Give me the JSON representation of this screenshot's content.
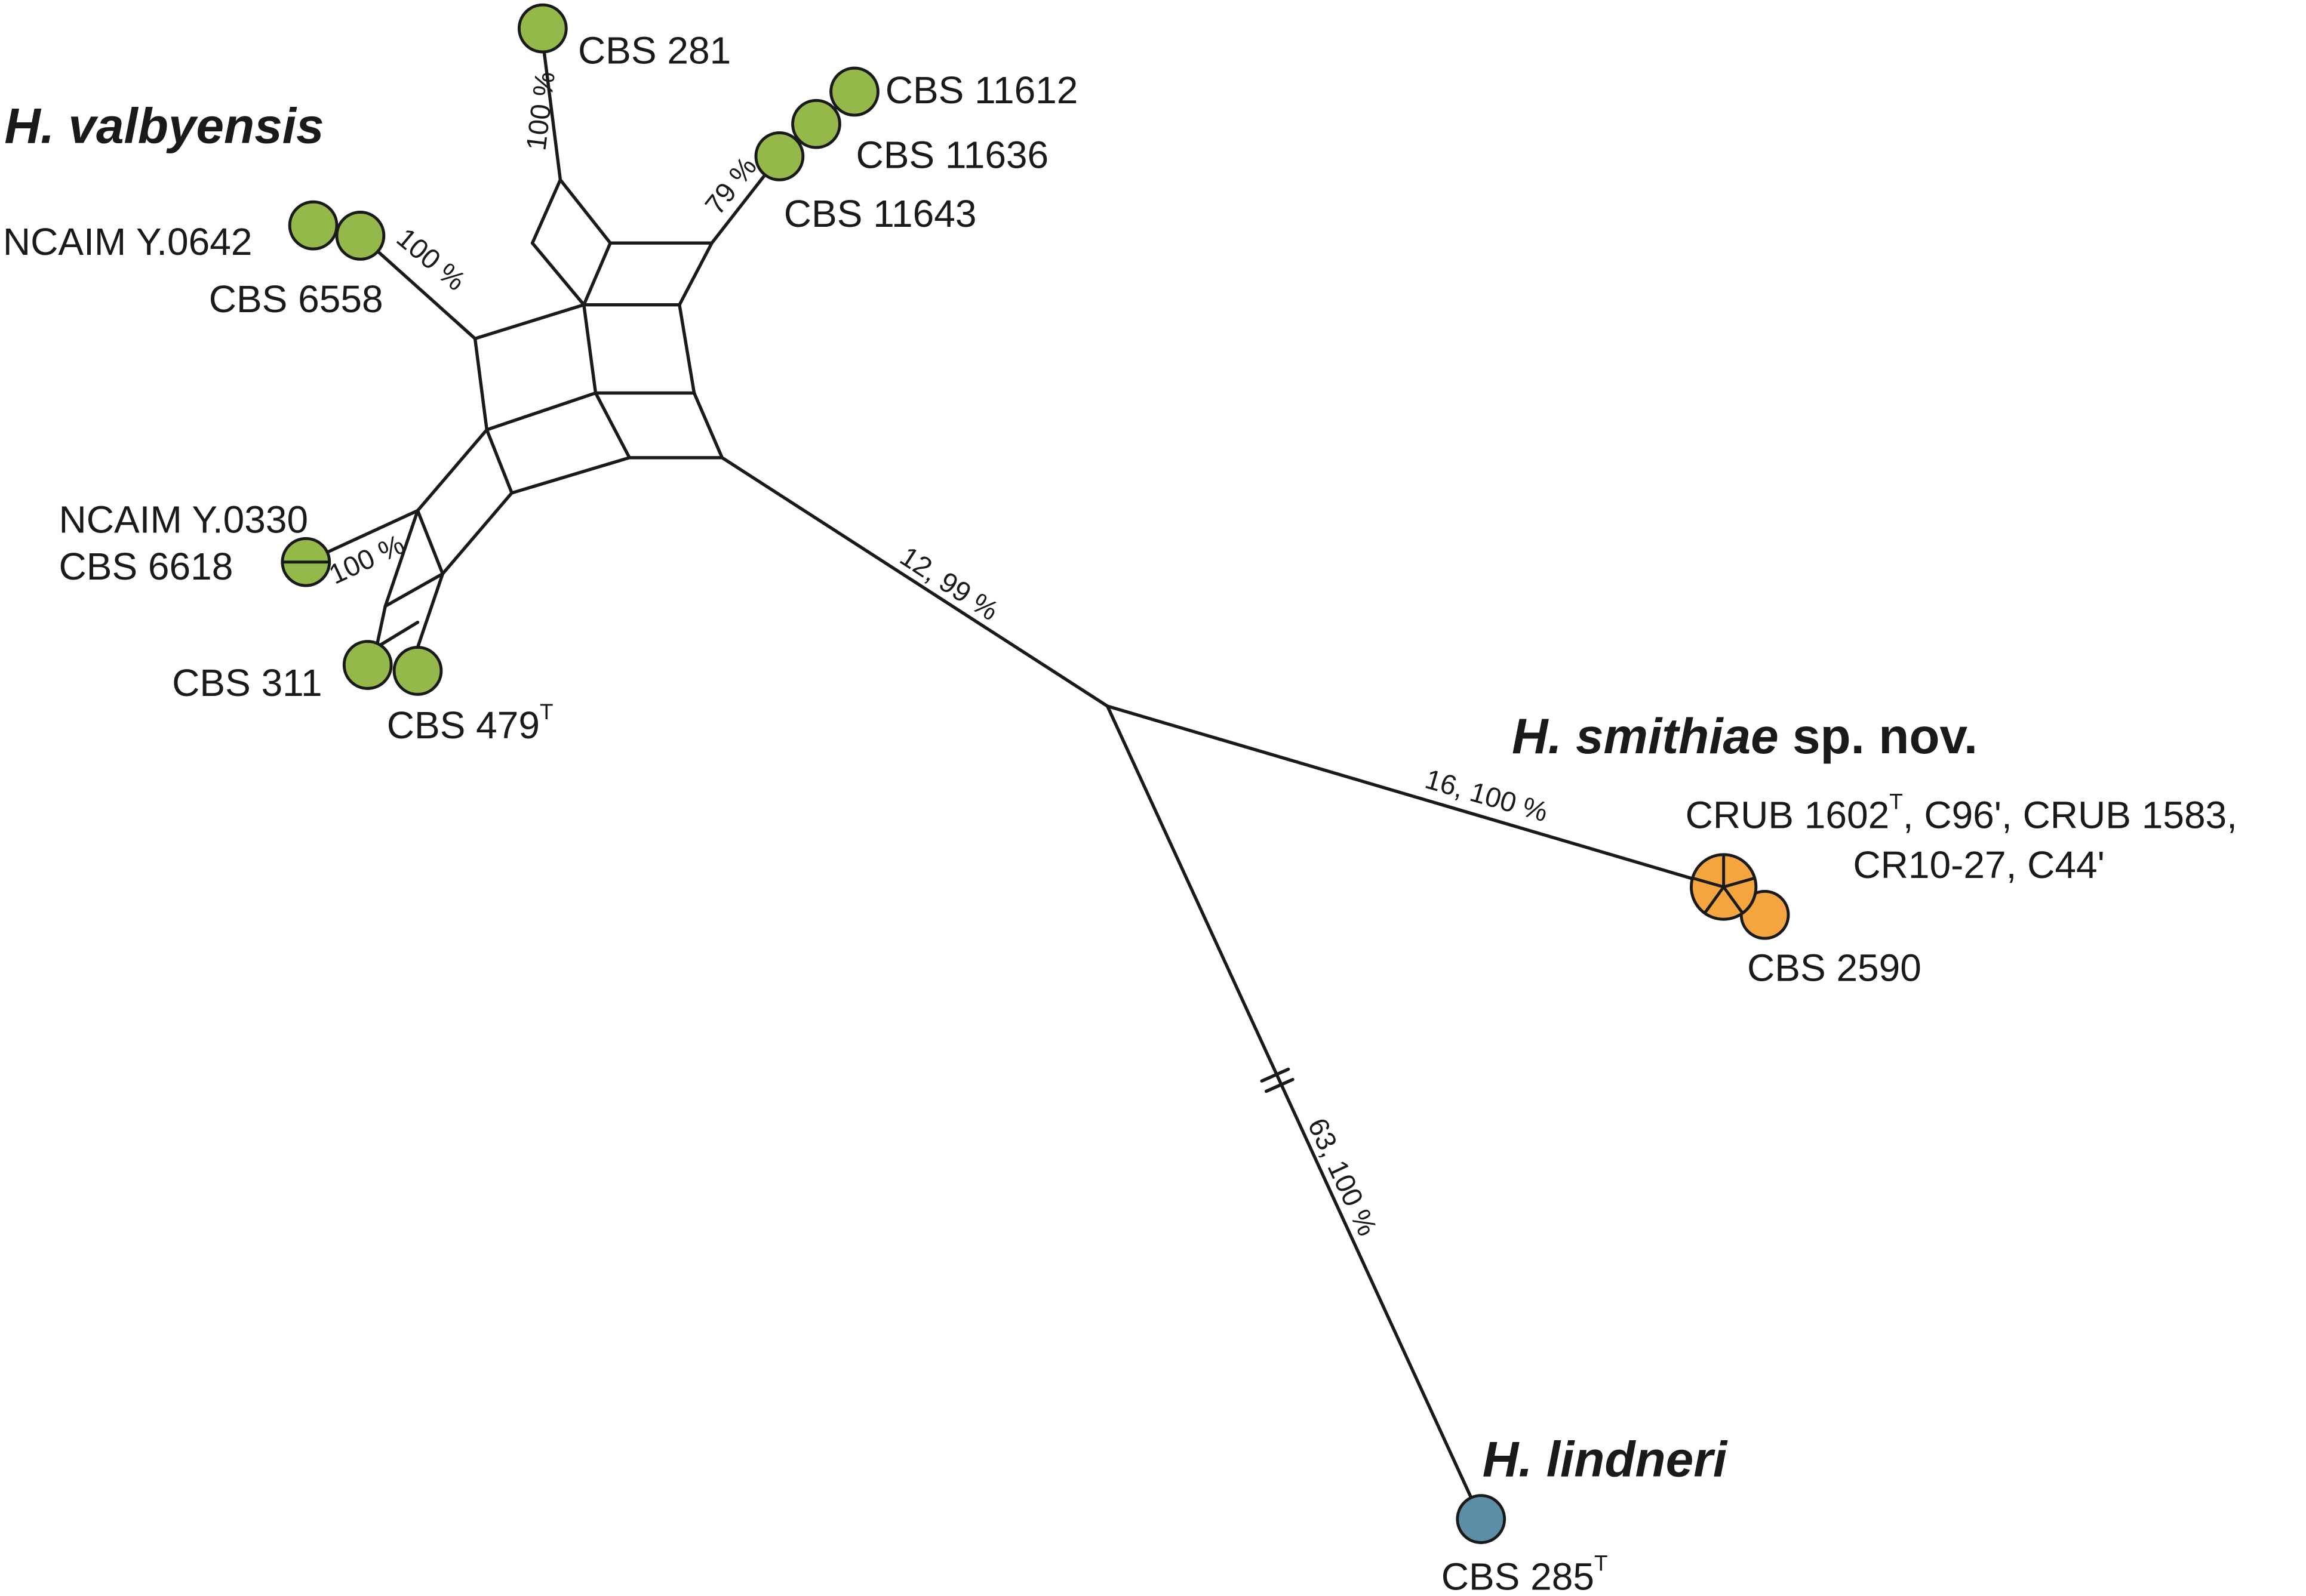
{
  "colors": {
    "valbyensis": "#94b84a",
    "smithiae": "#f5a540",
    "lindneri": "#5b8fa8",
    "line": "#1a1a1a"
  },
  "species": {
    "valbyensis": {
      "name": "H. valbyensis"
    },
    "smithiae": {
      "name": "H. smithiae",
      "suffix": " sp. nov."
    },
    "lindneri": {
      "name": "H. lindneri"
    }
  },
  "strains": {
    "cbs281": "CBS 281",
    "cbs11612": "CBS 11612",
    "cbs11636": "CBS 11636",
    "cbs11643": "CBS 11643",
    "ncaim0642": "NCAIM Y.0642",
    "cbs6558": "CBS 6558",
    "ncaim0330": "NCAIM Y.0330",
    "cbs6618": "CBS 6618",
    "cbs311": "CBS 311",
    "cbs479": "CBS 479",
    "cbs479_sup": "T",
    "crub_line1_a": "CRUB 1602",
    "crub_line1_sup": "T",
    "crub_line1_b": ", C96', CRUB 1583,",
    "crub_line2": "CR10-27, C44'",
    "cbs2590": "CBS 2590",
    "cbs285": "CBS 285",
    "cbs285_sup": "T"
  },
  "support": {
    "cbs281": "100 %",
    "cbs11643": "79 %",
    "cbs6558": "100 %",
    "cbs6618": "100 %",
    "valbyensis_branch": "12, 99 %",
    "smithiae_branch": "16, 100 %",
    "lindneri_branch": "63, 100 %"
  }
}
